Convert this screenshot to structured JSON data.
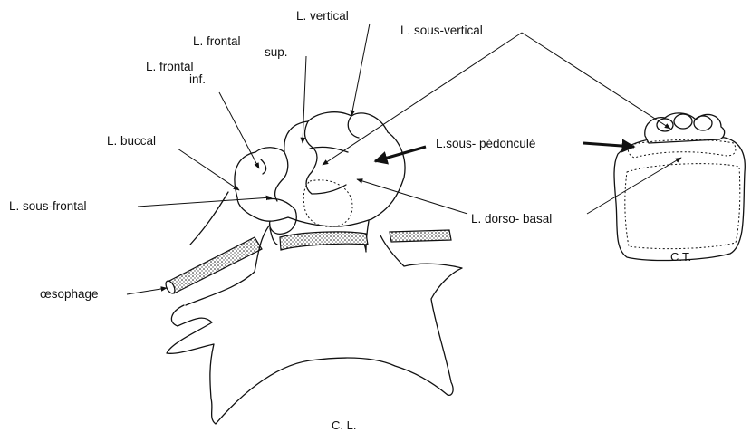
{
  "diagram": {
    "labels": {
      "vertical": "L. vertical",
      "sous_vertical": "L. sous-vertical",
      "frontal": "L. frontal",
      "sup": "sup.",
      "frontal_inf_line1": "L. frontal",
      "frontal_inf_line2": "inf.",
      "buccal": "L. buccal",
      "sous_pedoncule": "L.sous- pédonculé",
      "sous_frontal": "L. sous-frontal",
      "dorso_basal": "L. dorso- basal",
      "oesophage": "œsophage"
    },
    "captions": {
      "longitudinal": "C. L.",
      "transversal": "C.T."
    },
    "colors": {
      "ink": "#111111",
      "paper": "#ffffff"
    }
  }
}
